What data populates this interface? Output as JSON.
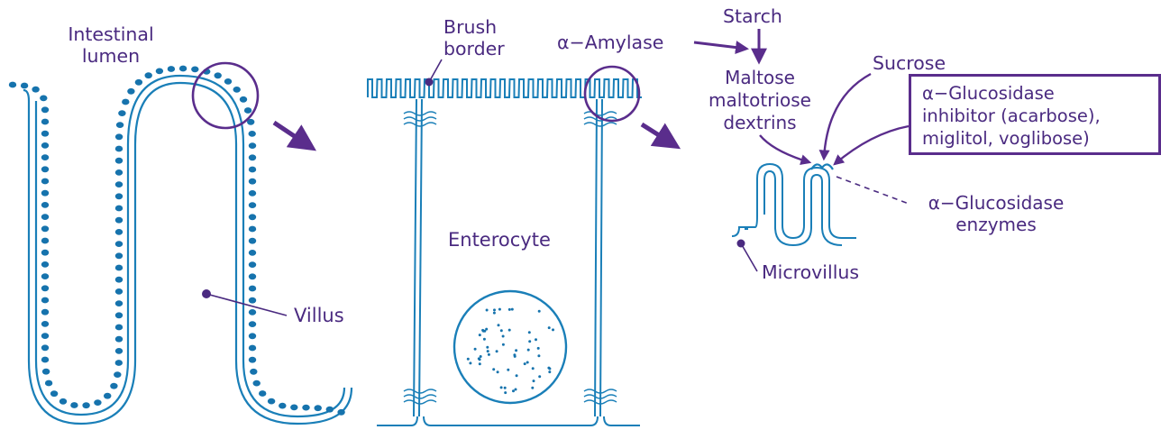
{
  "labels": {
    "intestinal_lumen": [
      "Intestinal",
      "lumen"
    ],
    "villus": "Villus",
    "brush_border": [
      "Brush",
      "border"
    ],
    "enterocyte": "Enterocyte",
    "alpha_amylase": "α−Amylase",
    "starch": "Starch",
    "maltose": [
      "Maltose",
      "maltotriose",
      "dextrins"
    ],
    "sucrose": "Sucrose",
    "inhibitor": [
      "α−Glucosidase",
      "inhibitor (acarbose),",
      "miglitol, voglibose)"
    ],
    "glucosidase_enzymes": [
      "α−Glucosidase",
      "enzymes"
    ],
    "microvillus": "Microvillus"
  },
  "colors": {
    "membrane": "#1a7fb8",
    "dots": "#1673ad",
    "annotation": "#5a2d8c"
  }
}
